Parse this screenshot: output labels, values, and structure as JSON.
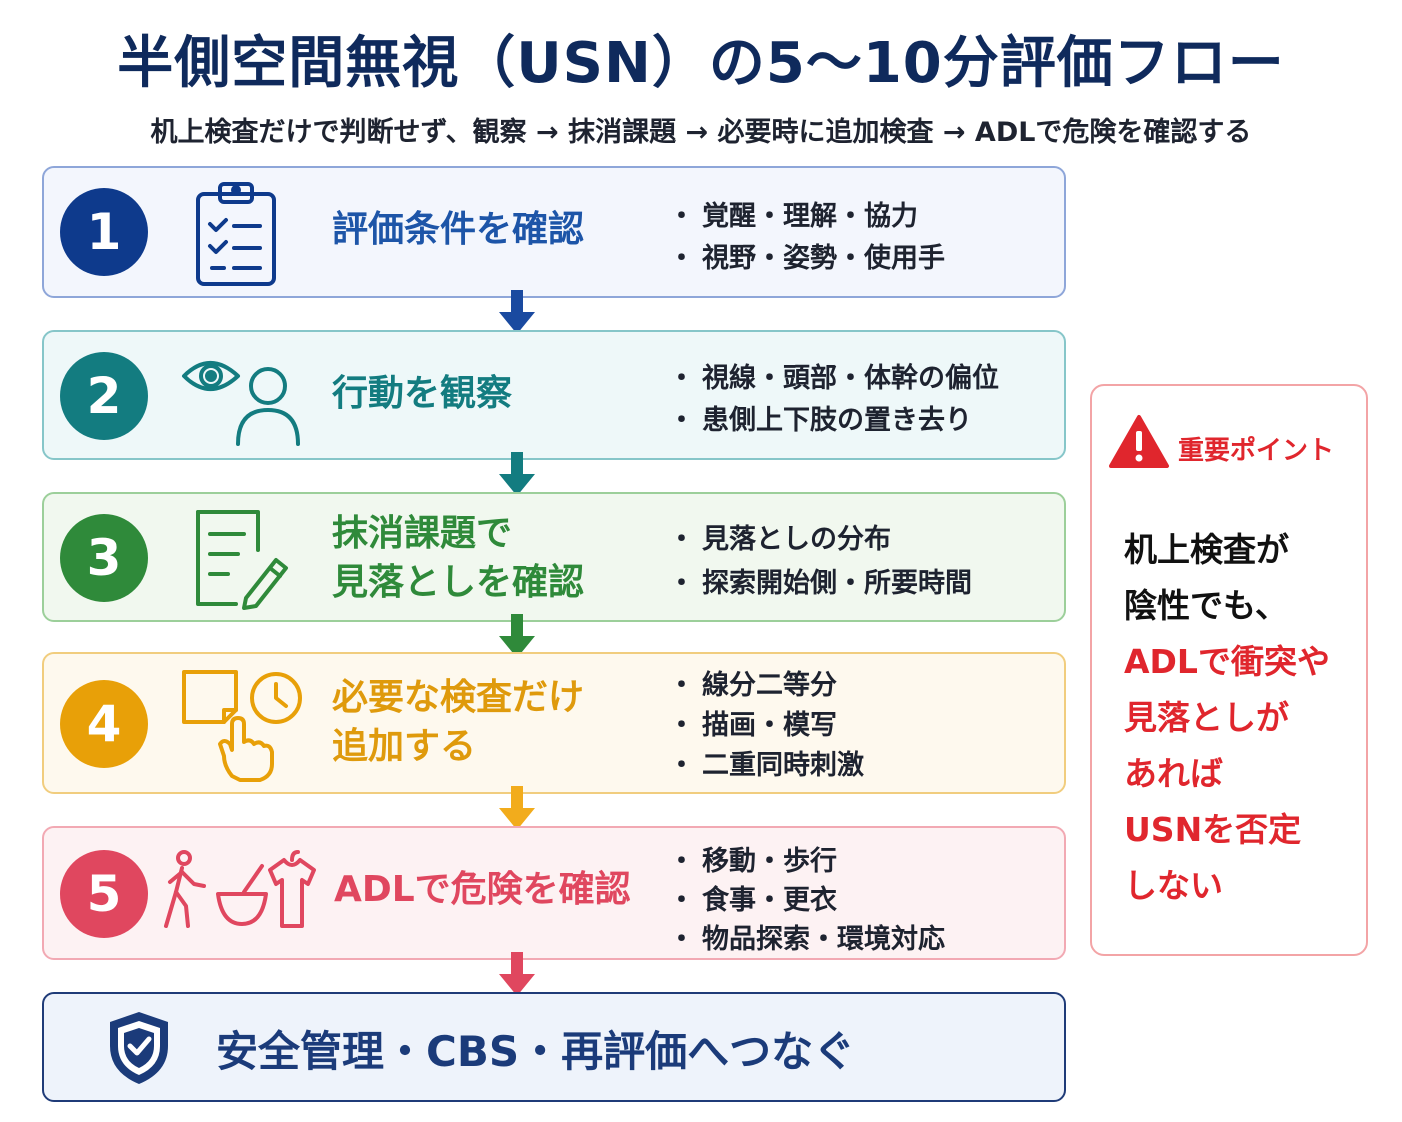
{
  "title": "半側空間無視（USN）の5〜10分評価フロー",
  "subtitle": "机上検査だけで判断せず、観察 → 抹消課題 → 必要時に追加検査 → ADLで危険を確認する",
  "steps": [
    {
      "num": "1",
      "title_lines": [
        "評価条件を確認"
      ],
      "bullets": [
        "覚醒・理解・協力",
        "視野・姿勢・使用手"
      ],
      "color": "#0e3a8c",
      "bg": "#f3f6fd",
      "border": "#8ea6d9",
      "icon": "clipboard-checklist-icon"
    },
    {
      "num": "2",
      "title_lines": [
        "行動を観察"
      ],
      "bullets": [
        "視線・頭部・体幹の偏位",
        "患側上下肢の置き去り"
      ],
      "color": "#137c80",
      "bg": "#eef8f9",
      "border": "#86c6c9",
      "icon": "eye-person-icon"
    },
    {
      "num": "3",
      "title_lines": [
        "抹消課題で",
        "見落としを確認"
      ],
      "bullets": [
        "見落としの分布",
        "探索開始側・所要時間"
      ],
      "color": "#2f8a3a",
      "bg": "#f1f8ef",
      "border": "#9ccf9a",
      "icon": "document-pencil-icon"
    },
    {
      "num": "4",
      "title_lines": [
        "必要な検査だけ",
        "追加する"
      ],
      "bullets": [
        "線分二等分",
        "描画・模写",
        "二重同時刺激"
      ],
      "color": "#e8a008",
      "bg": "#fef9ee",
      "border": "#f1cd7e",
      "icon": "test-clock-hand-icon"
    },
    {
      "num": "5",
      "title_lines": [
        "ADLで危険を確認"
      ],
      "bullets": [
        "移動・歩行",
        "食事・更衣",
        "物品探索・環境対応"
      ],
      "color": "#e0475f",
      "bg": "#fdf2f3",
      "border": "#f2a9b3",
      "icon": "walk-bowl-shirt-icon"
    }
  ],
  "final": {
    "text": "安全管理・CBS・再評価へつなぐ",
    "icon": "shield-check-icon"
  },
  "side": {
    "heading": "重要ポイント",
    "icon": "warning-triangle-icon",
    "black_lines": [
      "机上検査が",
      "陰性でも、"
    ],
    "red_lines": [
      "ADLで衝突や",
      "見落としが",
      "あれば",
      "USNを否定",
      "しない"
    ],
    "black_color": "#111111",
    "red_color": "#e0262d"
  }
}
